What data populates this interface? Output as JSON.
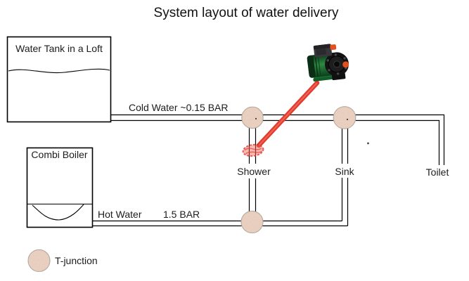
{
  "title": "System layout of water delivery",
  "tank": {
    "label": "Water Tank in a Loft"
  },
  "boiler": {
    "label": "Combi Boiler"
  },
  "cold_pipe": {
    "label": "Cold Water ~0.15 BAR"
  },
  "hot_pipe": {
    "label": "Hot Water",
    "pressure": "1.5 BAR"
  },
  "fixtures": {
    "shower": "Shower",
    "sink": "Sink",
    "toilet": "Toilet"
  },
  "legend": {
    "t_junction": "T-junction"
  },
  "icons": {
    "pump": "booster-pump-photo",
    "junction": "t-junction-marker",
    "arrow": "red-annotation-arrow"
  },
  "colors": {
    "pipe_line": "#000000",
    "junction_base": "#ecd6c6",
    "junction_speckle": "#c28b6b",
    "arrow_red": "#e23a2c",
    "pump_green": "#1e7a38",
    "pump_dark": "#141414",
    "pump_orange": "#e2511d"
  }
}
